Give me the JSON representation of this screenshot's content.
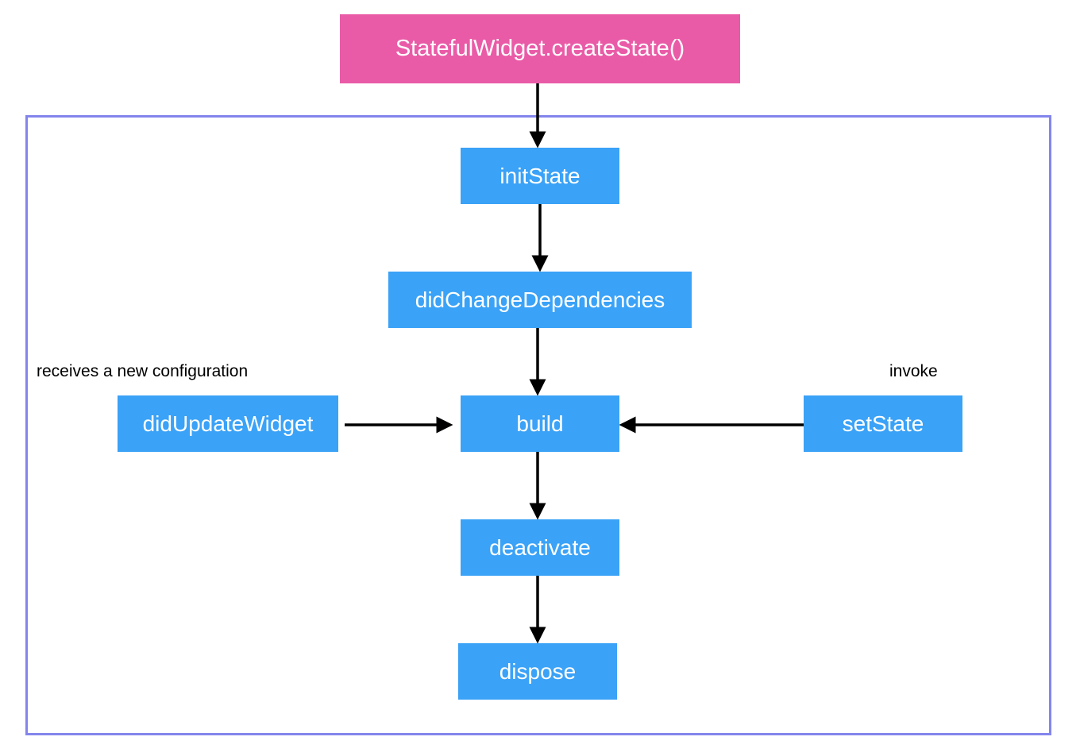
{
  "entry": {
    "label": "StatefulWidget.createState()",
    "color": "#ea5ba7"
  },
  "lifecycle_color": "#3aa2f7",
  "frame_color": "#8385ec",
  "nodes": {
    "init_state": "initState",
    "did_change_dependencies": "didChangeDependencies",
    "build": "build",
    "did_update_widget": "didUpdateWidget",
    "set_state": "setState",
    "deactivate": "deactivate",
    "dispose": "dispose"
  },
  "captions": {
    "new_configuration": "receives a new configuration",
    "invoke": "invoke"
  },
  "edges": [
    {
      "from": "entry",
      "to": "init_state"
    },
    {
      "from": "init_state",
      "to": "did_change_dependencies"
    },
    {
      "from": "did_change_dependencies",
      "to": "build"
    },
    {
      "from": "did_update_widget",
      "to": "build"
    },
    {
      "from": "set_state",
      "to": "build"
    },
    {
      "from": "build",
      "to": "deactivate"
    },
    {
      "from": "deactivate",
      "to": "dispose"
    }
  ]
}
